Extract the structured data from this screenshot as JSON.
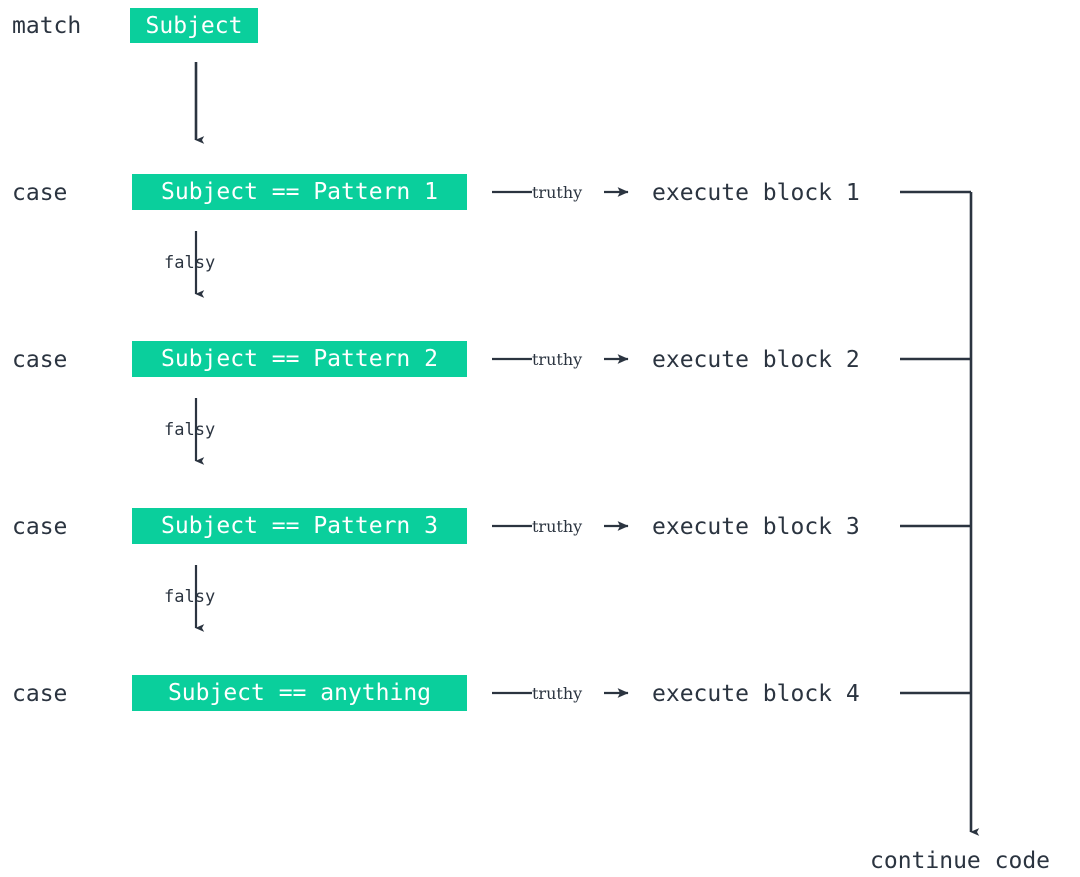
{
  "diagram": {
    "title_semantics": "python match-case statement control flow",
    "colors": {
      "chip_background": "#0acf9c",
      "chip_text": "#ffffff",
      "line": "#2b3440",
      "text": "#2b3440",
      "page_background": "#ffffff"
    },
    "header": {
      "keyword": "match",
      "subject_chip": "Subject"
    },
    "edge_labels": {
      "truthy": "truthy",
      "falsy": "falsy"
    },
    "cases": [
      {
        "keyword": "case",
        "condition": "Subject == Pattern 1",
        "truthy_label": "truthy",
        "action": "execute block 1",
        "falsy_label": "falsy"
      },
      {
        "keyword": "case",
        "condition": "Subject == Pattern 2",
        "truthy_label": "truthy",
        "action": "execute block 2",
        "falsy_label": "falsy"
      },
      {
        "keyword": "case",
        "condition": "Subject == Pattern 3",
        "truthy_label": "truthy",
        "action": "execute block 3",
        "falsy_label": "falsy"
      },
      {
        "keyword": "case",
        "condition": "Subject == anything",
        "truthy_label": "truthy",
        "action": "execute block 4",
        "falsy_label": null
      }
    ],
    "footer": {
      "continue_label": "continue code"
    }
  }
}
